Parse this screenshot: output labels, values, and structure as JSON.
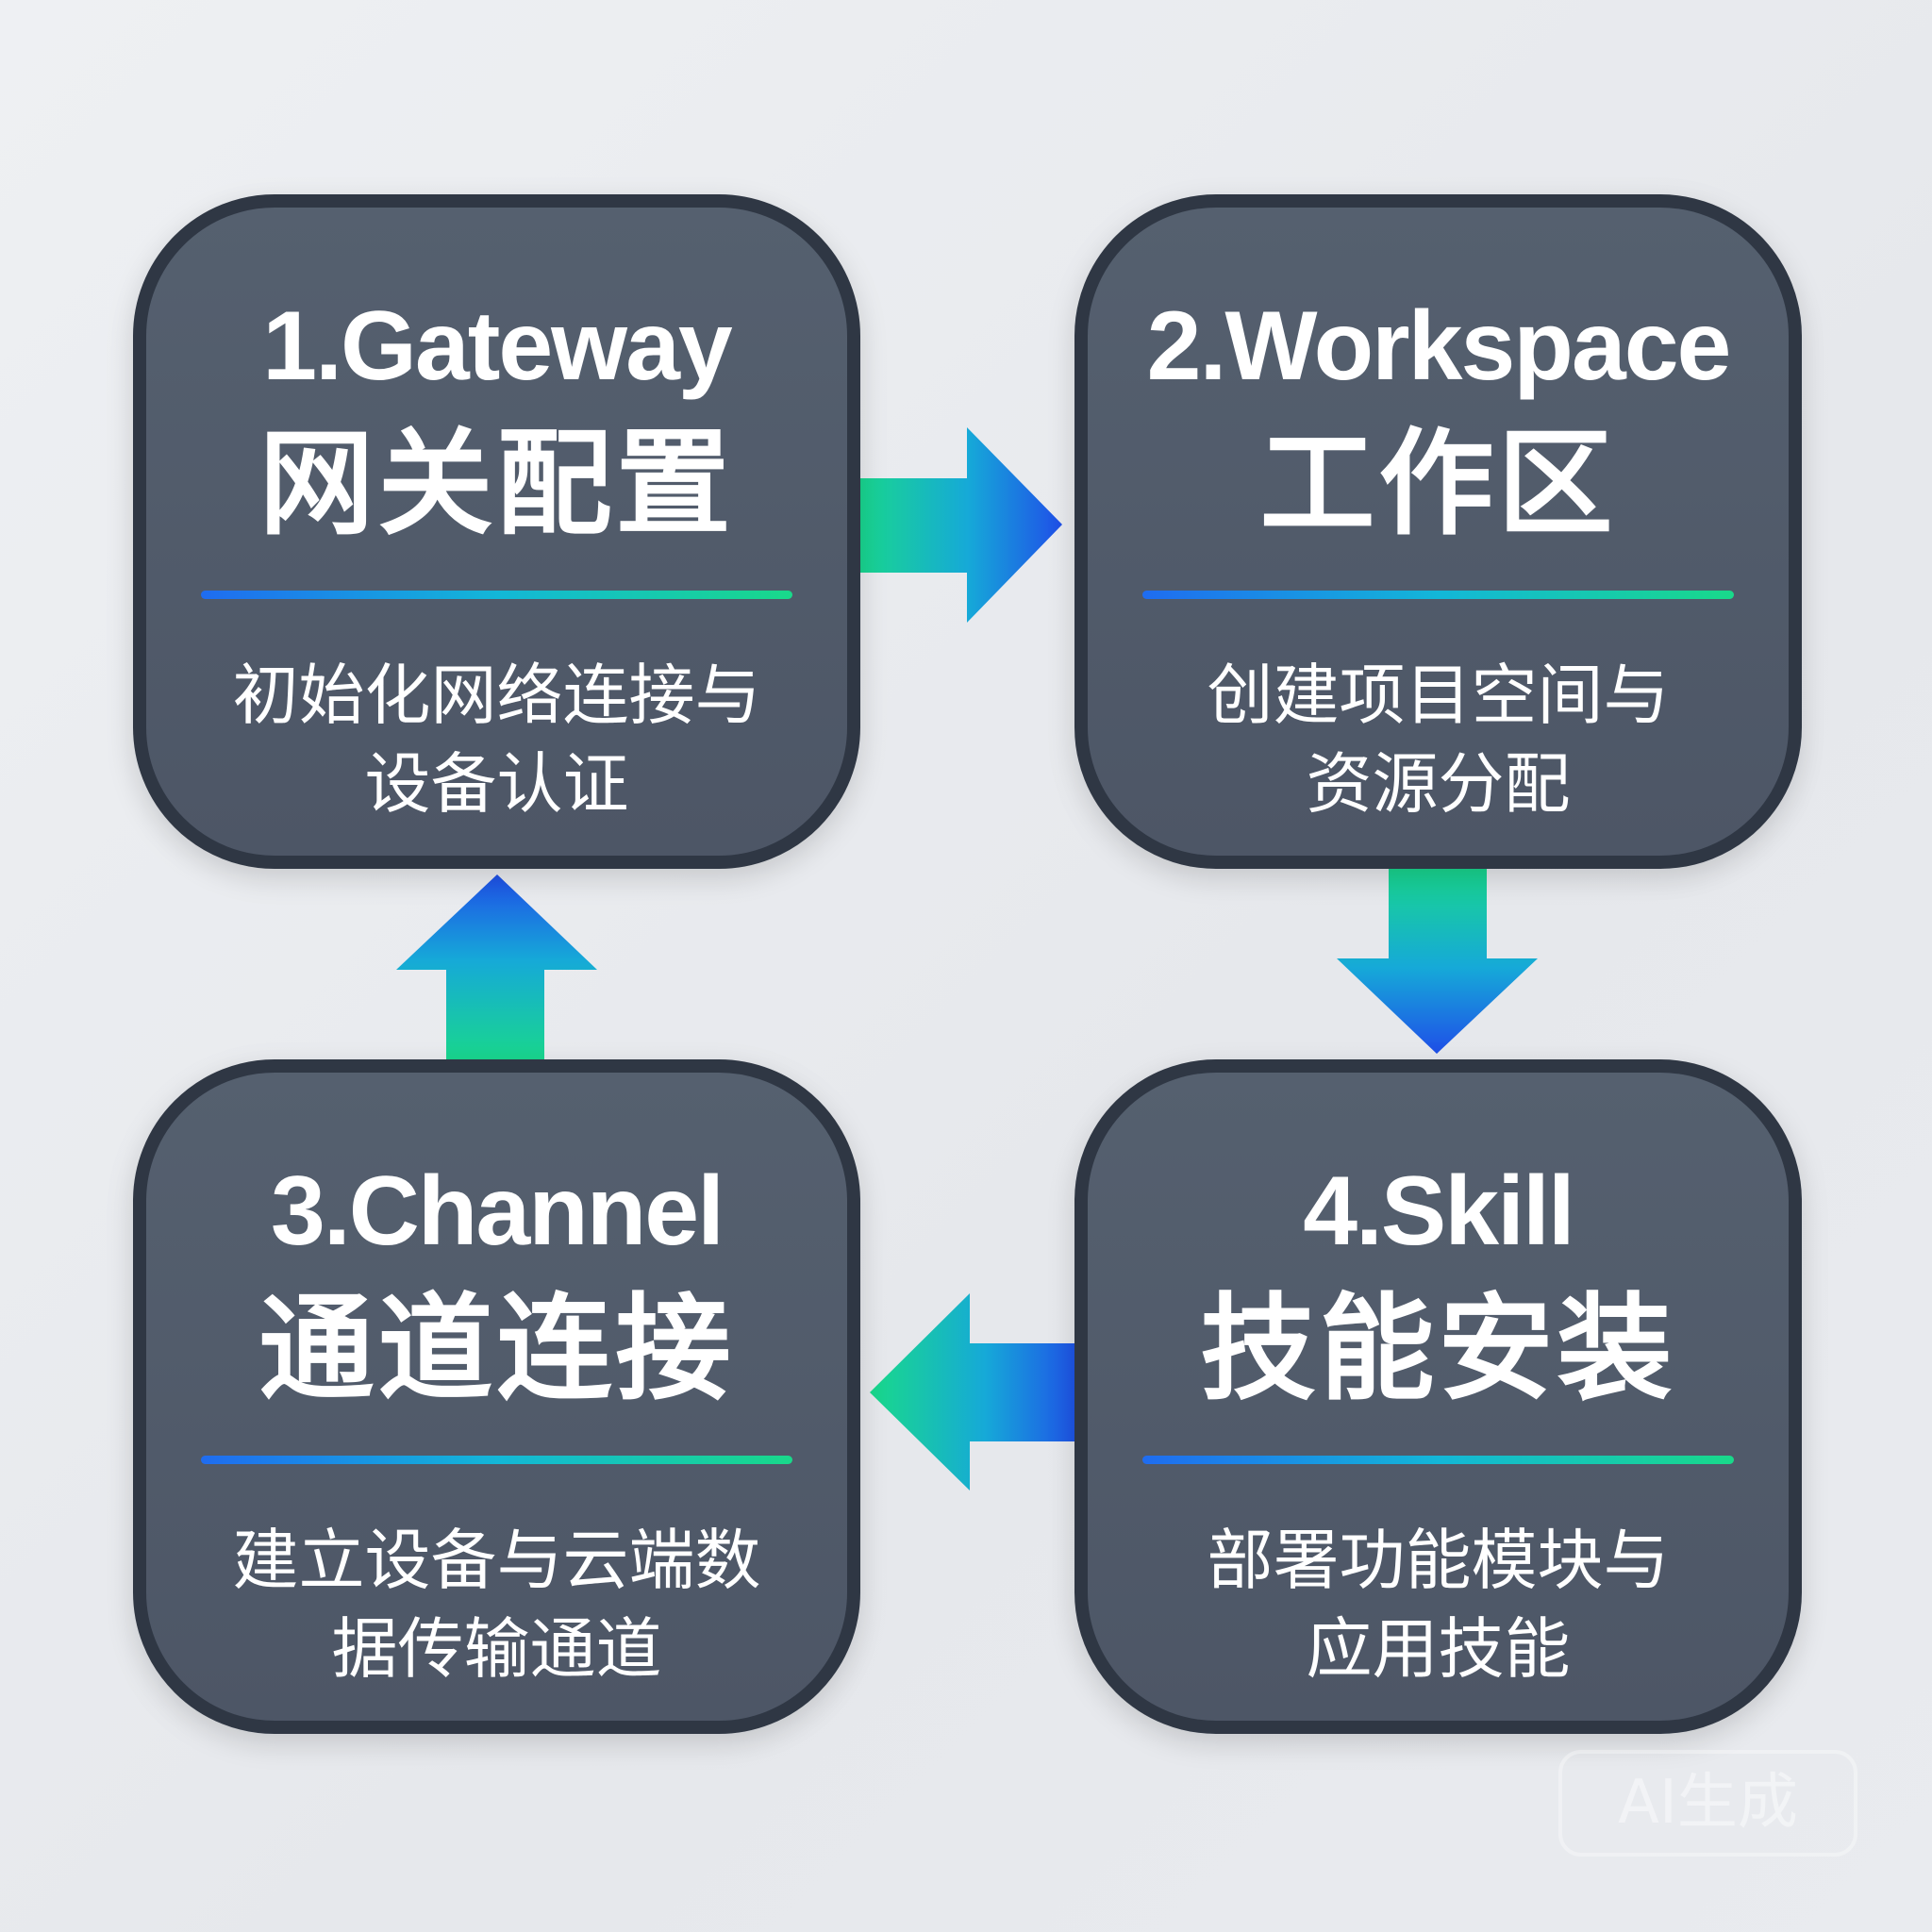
{
  "steps": [
    {
      "title": "1.Gateway",
      "name_cn": "网关配置",
      "desc_lines": [
        "初始化网络连接与",
        "设备认证"
      ]
    },
    {
      "title": "2.Workspace",
      "name_cn": "工作区",
      "desc_lines": [
        "创建项目空间与",
        "资源分配"
      ]
    },
    {
      "title": "3.Channel",
      "name_cn": "通道连接",
      "desc_lines": [
        "建立设备与云端数",
        "据传输通道"
      ]
    },
    {
      "title": "4.Skill",
      "name_cn": "技能安装",
      "desc_lines": [
        "部署功能模块与",
        "应用技能"
      ]
    }
  ],
  "flow_order": [
    "1.Gateway",
    "2.Workspace",
    "4.Skill",
    "3.Channel",
    "1.Gateway"
  ],
  "colors": {
    "card": "#505a6a",
    "card_border": "#2f3744",
    "arrow_start": "#19d98a",
    "arrow_end": "#1f4fe8"
  },
  "watermark": "AI生成"
}
